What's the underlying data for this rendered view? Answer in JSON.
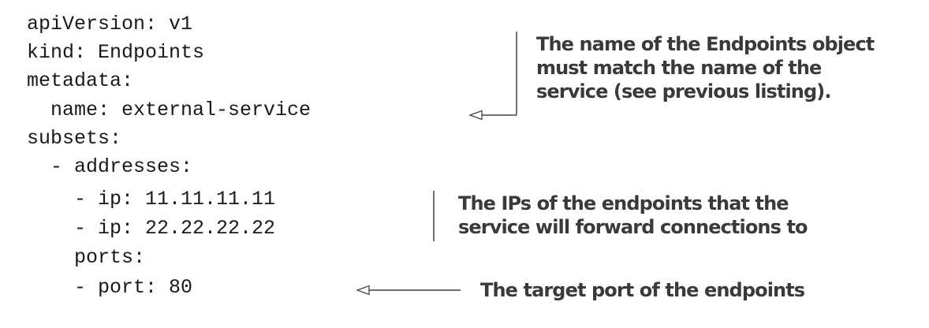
{
  "code": {
    "lines": [
      "apiVersion: v1",
      "kind: Endpoints",
      "metadata:",
      "  name: external-service",
      "subsets:",
      "  - addresses:",
      "    - ip: 11.11.11.11",
      "    - ip: 22.22.22.22",
      "    ports:",
      "    - port: 80"
    ]
  },
  "annotations": {
    "name": {
      "lines": [
        "The name of the Endpoints object",
        "must match the name of the",
        "service (see previous listing)."
      ]
    },
    "ips": {
      "lines": [
        "The IPs of the endpoints that the",
        "service will forward connections to"
      ]
    },
    "port": {
      "lines": [
        "The target port of the endpoints"
      ]
    }
  },
  "colors": {
    "code_text": "#1a1a1a",
    "annotation_text": "#3a3a3a",
    "callout_line": "#444444"
  }
}
